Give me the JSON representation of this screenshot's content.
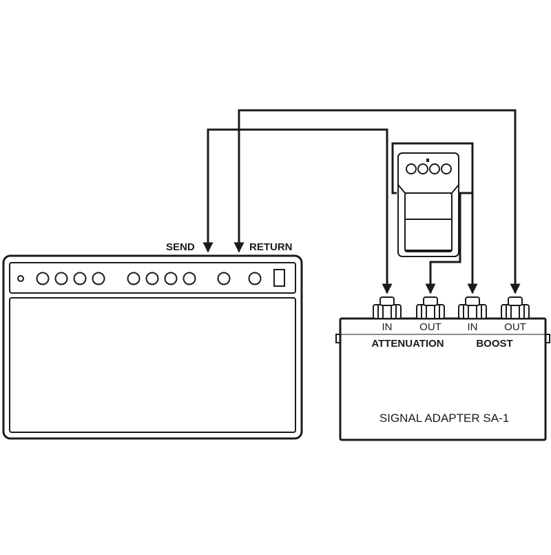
{
  "amp": {
    "send_label": "SEND",
    "return_label": "RETURN"
  },
  "adapter": {
    "title": "SIGNAL ADAPTER SA-1",
    "sections": [
      {
        "name": "ATTENUATION",
        "jacks": [
          "IN",
          "OUT"
        ]
      },
      {
        "name": "BOOST",
        "jacks": [
          "IN",
          "OUT"
        ]
      }
    ]
  },
  "colors": {
    "line": "#1a1a1a",
    "background": "#ffffff"
  }
}
